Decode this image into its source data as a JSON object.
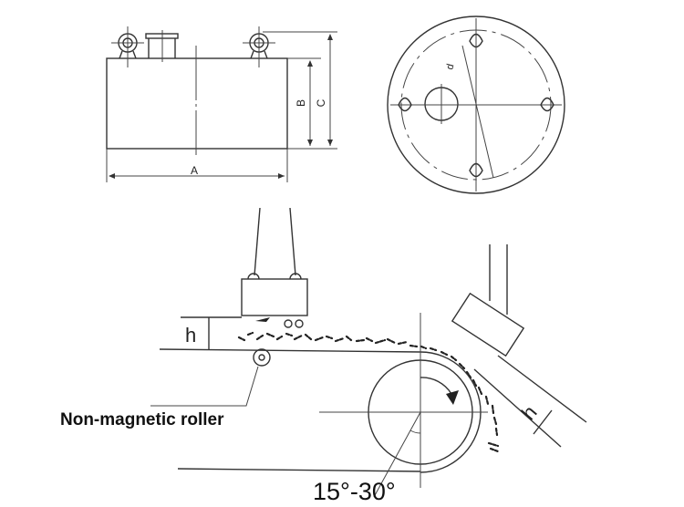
{
  "front_view": {
    "dim_a": "A",
    "dim_b": "B",
    "dim_c": "C"
  },
  "top_view": {
    "dim_d": "d"
  },
  "install": {
    "gap_label_horizontal": "h",
    "gap_label_inclined": "h",
    "roller_label": "Non-magnetic roller",
    "angle_label": "15°-30°"
  }
}
